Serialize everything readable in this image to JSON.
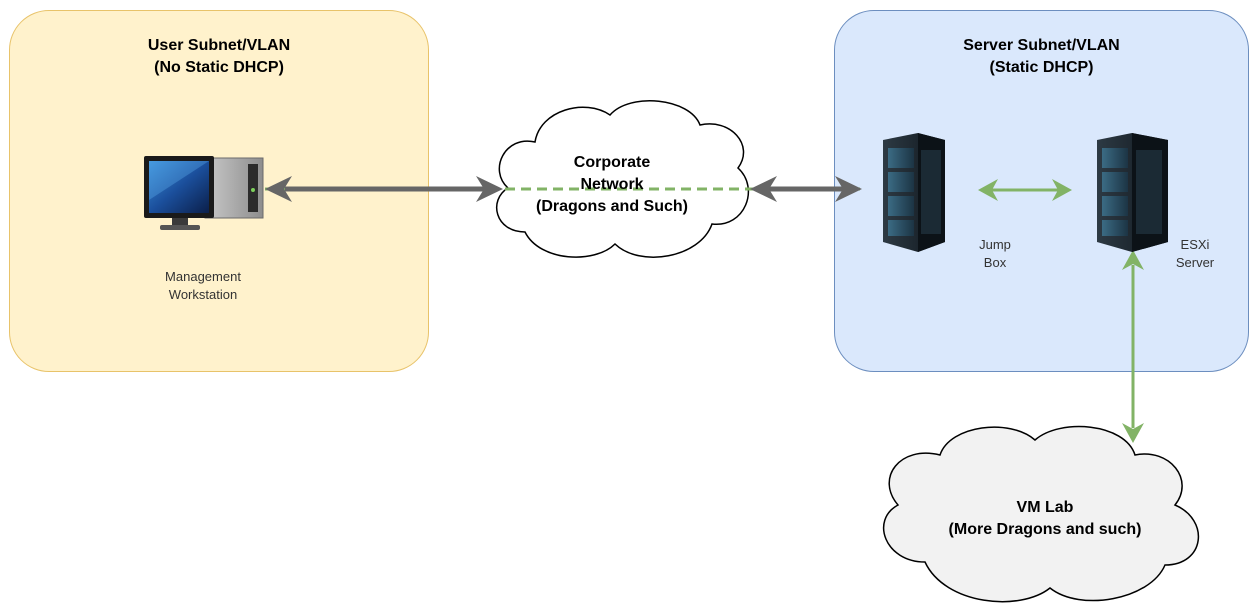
{
  "zones": {
    "user": {
      "title": "User Subnet/VLAN",
      "subtitle": "(No Static DHCP)"
    },
    "server": {
      "title": "Server Subnet/VLAN",
      "subtitle": "(Static DHCP)"
    }
  },
  "nodes": {
    "workstation": {
      "line1": "Management",
      "line2": "Workstation"
    },
    "jump_box": {
      "line1": "Jump",
      "line2": "Box"
    },
    "esxi": {
      "line1": "ESXi",
      "line2": "Server"
    }
  },
  "clouds": {
    "corporate": {
      "line1": "Corporate",
      "line2": "Network",
      "line3": "(Dragons and Such)"
    },
    "vm_lab": {
      "line1": "VM Lab",
      "line2": "(More Dragons and such)"
    }
  },
  "colors": {
    "user_zone_fill": "#fff2cc",
    "server_zone_fill": "#dae8fc",
    "link_green": "#82b366",
    "link_gray": "#666666",
    "cloud_fill": "#f2f2f2"
  }
}
